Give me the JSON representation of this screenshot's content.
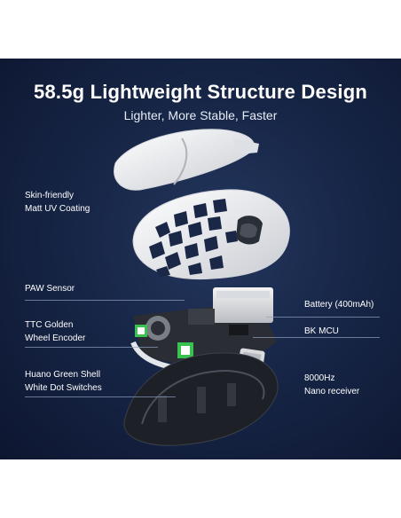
{
  "headline": "58.5g Lightweight Structure Design",
  "subheadline": "Lighter, More Stable, Faster",
  "callouts": {
    "coating": [
      "Skin-friendly",
      "Matt UV Coating"
    ],
    "sensor": "PAW Sensor",
    "encoder": [
      "TTC Golden",
      "Wheel Encoder"
    ],
    "switches": [
      "Huano Green Shell",
      "White Dot Switches"
    ],
    "battery": "Battery (400mAh)",
    "mcu": "BK MCU",
    "receiver": [
      "8000Hz",
      "Nano receiver"
    ]
  },
  "colors": {
    "background": "#172647",
    "text": "#ffffff",
    "shell": "#f2f3f5",
    "pcb": "#2a2d33",
    "switch_accent": "#39c24f"
  }
}
